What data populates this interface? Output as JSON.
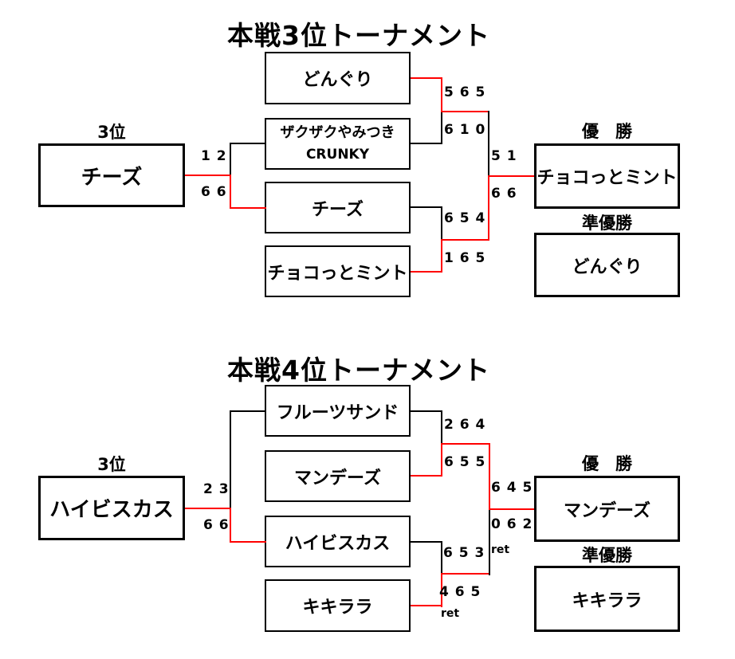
{
  "colors": {
    "winner_path_red": "#ff0000",
    "bracket_line_black": "#000000",
    "text": "#000000",
    "background": "#ffffff"
  },
  "t3": {
    "title": "本戦3位トーナメント",
    "third_label": "3位",
    "third_name": "チーズ",
    "third_score_top": "1 2",
    "third_score_bottom": "6 6",
    "sf1_top": "どんぐり",
    "sf1_bottom_line1": "ザクザクやみつき",
    "sf1_bottom_line2": "CRUNKY",
    "sf1_score_top": "5 6 5",
    "sf1_score_bottom": "6 1 0",
    "sf2_top": "チーズ",
    "sf2_bottom": "チョコっとミント",
    "sf2_score_top": "6 5 4",
    "sf2_score_bottom": "1 6 5",
    "final_score_top": "5 1",
    "final_score_bottom": "6 6",
    "champion_label": "優　勝",
    "champion_name": "チョコっとミント",
    "runnerup_label": "準優勝",
    "runnerup_name": "どんぐり"
  },
  "t4": {
    "title": "本戦4位トーナメント",
    "third_label": "3位",
    "third_name": "ハイビスカス",
    "third_score_top": "2 3",
    "third_score_bottom": "6 6",
    "sf1_top": "フルーツサンド",
    "sf1_bottom": "マンデーズ",
    "sf1_score_top": "2 6 4",
    "sf1_score_bottom": "6 5 5",
    "sf2_top": "ハイビスカス",
    "sf2_bottom": "キキララ",
    "sf2_score_top": "6 5 3",
    "sf2_score_bottom": "4 6 5",
    "sf2_ret_note": "ret",
    "final_score_top": "6 4 5",
    "final_score_bottom": "0 6 2",
    "final_ret_note": "ret",
    "champion_label": "優　勝",
    "champion_name": "マンデーズ",
    "runnerup_label": "準優勝",
    "runnerup_name": "キキララ"
  }
}
